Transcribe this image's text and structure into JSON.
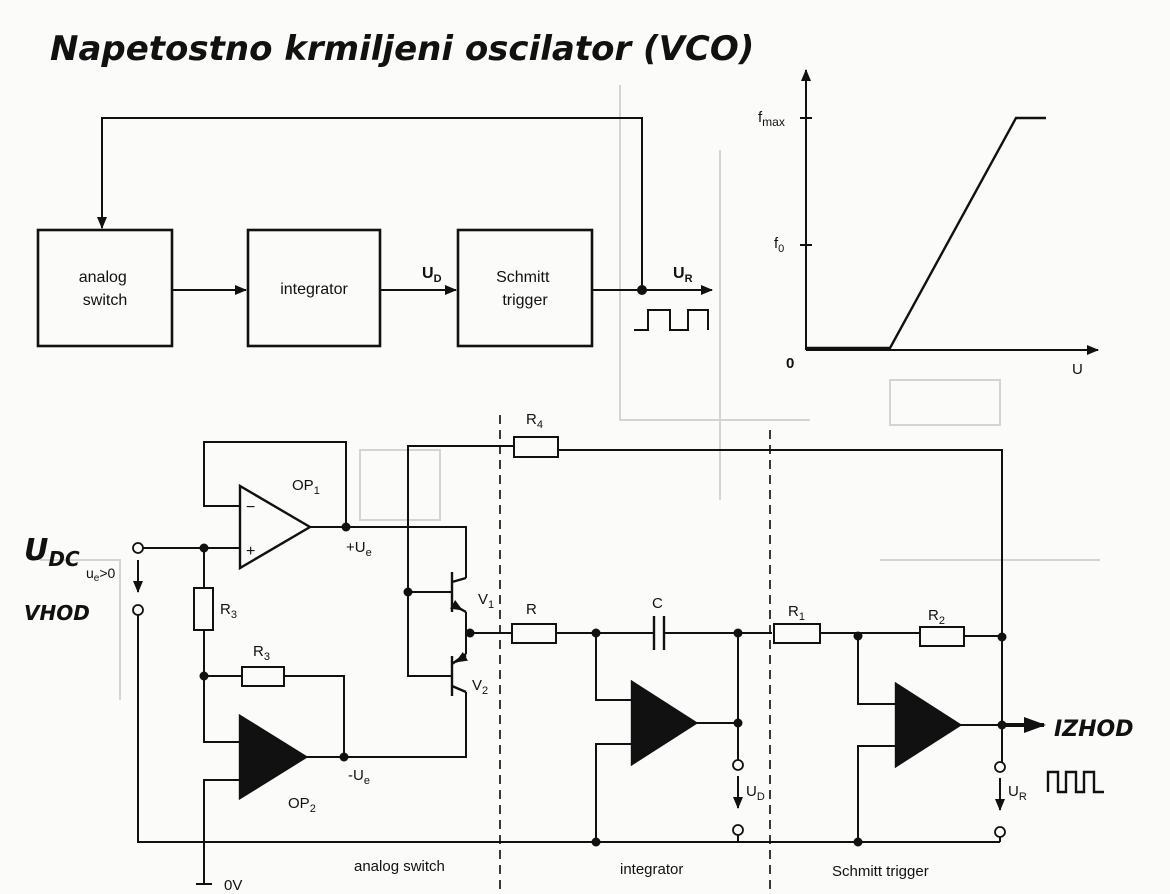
{
  "title": "Napetostno krmiljeni oscilator (VCO)",
  "block_diagram": {
    "blocks": [
      "analog\nswitch",
      "integrator",
      "Schmitt\ntrigger"
    ],
    "signal_labels": {
      "ud": "U",
      "ud_sub": "D",
      "ur": "U",
      "ur_sub": "R"
    }
  },
  "graph": {
    "y_ticks": [
      {
        "label": "f",
        "sub": "max"
      },
      {
        "label": "f",
        "sub": "0"
      }
    ],
    "origin_label": "0",
    "x_label": "U"
  },
  "circuit": {
    "input_label": "U",
    "input_label_sub": "DC",
    "input_note": "VHOD",
    "ue_label": "u",
    "ue_sub": "e",
    "ue_rest": ">0",
    "op1": {
      "label": "OP",
      "sub": "1"
    },
    "op2": {
      "label": "OP",
      "sub": "2"
    },
    "plus_ue": {
      "prefix": "+U",
      "sub": "e"
    },
    "minus_ue": {
      "prefix": "-U",
      "sub": "e"
    },
    "r3a": {
      "label": "R",
      "sub": "3"
    },
    "r3b": {
      "label": "R",
      "sub": "3"
    },
    "r4": {
      "label": "R",
      "sub": "4"
    },
    "r": "R",
    "c": "C",
    "r1": {
      "label": "R",
      "sub": "1"
    },
    "r2": {
      "label": "R",
      "sub": "2"
    },
    "v1": {
      "label": "V",
      "sub": "1"
    },
    "v2": {
      "label": "V",
      "sub": "2"
    },
    "ud": {
      "label": "U",
      "sub": "D"
    },
    "ur": {
      "label": "U",
      "sub": "R"
    },
    "output_note": "IZHOD",
    "ground": "0V",
    "sections": [
      "analog switch",
      "integrator",
      "Schmitt trigger"
    ],
    "minus_sign": "−",
    "plus_sign": "+"
  }
}
